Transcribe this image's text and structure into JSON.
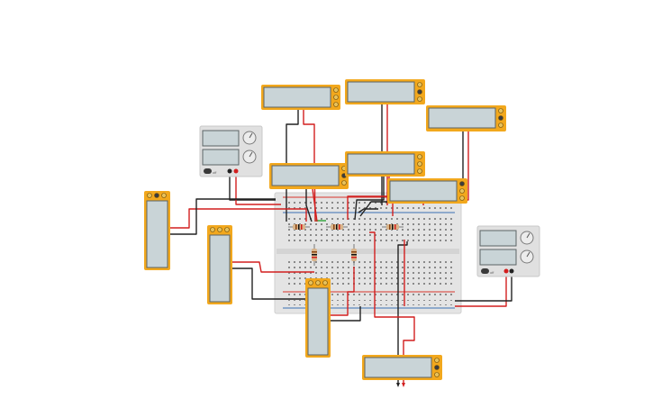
{
  "canvas": {
    "colors": {
      "background": "#ffffff",
      "multimeter_body": "#f2a81d",
      "multimeter_screen": "#c9d4d7",
      "multimeter_screen_border": "#5c6466",
      "breadboard": "#e4e4e4",
      "breadboard_hole": "#8a8a8a",
      "rail_red": "#d9332b",
      "rail_blue": "#3a6fb5",
      "wire_red": "#d21f1f",
      "wire_black": "#222222",
      "psu_body": "#e0e0e0",
      "psu_screen": "#c9d4d7",
      "resistor_body": "#d8b48a"
    },
    "icons": {
      "multimeter": "multimeter-icon",
      "power_supply": "dc-power-supply-icon",
      "breadboard": "breadboard-icon",
      "resistor": "resistor-icon"
    },
    "power_supplies": [
      {
        "name": "power-supply-left",
        "button_label": "off"
      },
      {
        "name": "power-supply-right",
        "button_label": "off"
      }
    ],
    "multimeter_count": 10,
    "resistor_count": 5
  }
}
